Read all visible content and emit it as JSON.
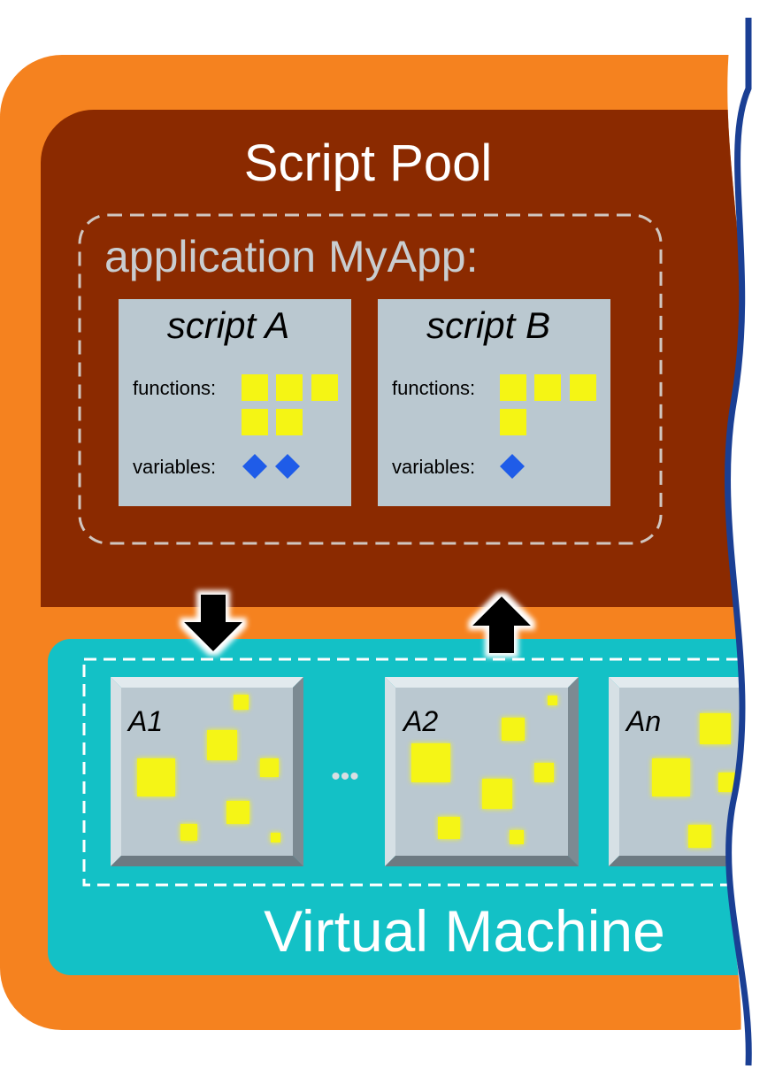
{
  "script_pool": {
    "title": "Script Pool",
    "application_label": "application MyApp:",
    "scripts": [
      {
        "name": "script A",
        "functions_label": "functions:",
        "function_count": 5,
        "variables_label": "variables:",
        "variable_count": 2
      },
      {
        "name": "script B",
        "functions_label": "functions:",
        "function_count": 4,
        "variables_label": "variables:",
        "variable_count": 1
      }
    ]
  },
  "virtual_machine": {
    "title": "Virtual Machine",
    "instances": [
      {
        "label": "A1"
      },
      {
        "label": "A2"
      },
      {
        "label": "An"
      }
    ],
    "ellipsis": "•••"
  },
  "colors": {
    "outer_frame": "#f5821f",
    "script_pool_bg": "#8b2a00",
    "vm_bg": "#13c1c6",
    "script_card": "#bac8d0",
    "function_square": "#f5f514",
    "variable_diamond": "#1f5ce8",
    "wavy_edge": "#1a3f94"
  }
}
